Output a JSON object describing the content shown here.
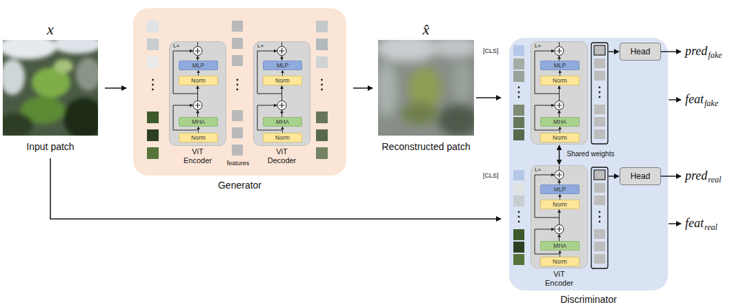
{
  "diagram": {
    "nodes": [
      {
        "text": [
          "x",
          "Input patch"
        ]
      },
      {
        "text": [
          "Generator"
        ]
      },
      {
        "text": [
          "L×",
          "ViT Encoder"
        ],
        "in": 1
      },
      {
        "text": [
          "MLP"
        ],
        "in": 2
      },
      {
        "text": [
          "Norm"
        ],
        "in": 2
      },
      {
        "text": [
          "MHA"
        ],
        "in": 2
      },
      {
        "text": [
          "Norm"
        ],
        "in": 2
      },
      {
        "text": [
          "L×",
          "ViT Decoder"
        ],
        "in": 1
      },
      {
        "text": [
          "MLP"
        ],
        "in": 7
      },
      {
        "text": [
          "Norm"
        ],
        "in": 7
      },
      {
        "text": [
          "MHA"
        ],
        "in": 7
      },
      {
        "text": [
          "Norm"
        ],
        "in": 7
      },
      {
        "text": [
          "x̂",
          "Reconstructed patch"
        ]
      },
      {
        "text": [
          "Discriminator"
        ]
      },
      {
        "text": [
          "L×"
        ],
        "in": 13
      },
      {
        "text": [
          "MLP"
        ],
        "in": 14
      },
      {
        "text": [
          "Norm"
        ],
        "in": 14
      },
      {
        "text": [
          "MHA"
        ],
        "in": 14
      },
      {
        "text": [
          "Norm"
        ],
        "in": 14
      },
      {
        "text": [
          "Head"
        ],
        "in": 13
      },
      {
        "text": [
          "L×",
          "ViT Encoder"
        ],
        "in": 13
      },
      {
        "text": [
          "MLP"
        ],
        "in": 20
      },
      {
        "text": [
          "Norm"
        ],
        "in": 20
      },
      {
        "text": [
          "MHA"
        ],
        "in": 20
      },
      {
        "text": [
          "Norm"
        ],
        "in": 20
      },
      {
        "text": [
          "Head"
        ],
        "in": 13
      }
    ],
    "edges": [
      {
        "from": 0,
        "to": 1,
        "arrow": "to"
      },
      {
        "from": 1,
        "to": 12,
        "arrow": "to"
      },
      {
        "from": 12,
        "to": 13,
        "arrow": "to"
      },
      {
        "from": 0,
        "to": 13,
        "arrow": "to"
      },
      {
        "from": 14,
        "to": 20,
        "label": "Shared weights",
        "arrow": "both"
      },
      {
        "from": 4,
        "to": 3,
        "arrow": "to"
      },
      {
        "from": 6,
        "to": 5,
        "arrow": "to"
      },
      {
        "from": 9,
        "to": 8,
        "arrow": "to"
      },
      {
        "from": 11,
        "to": 10,
        "arrow": "to"
      },
      {
        "from": 16,
        "to": 15,
        "arrow": "to"
      },
      {
        "from": 18,
        "to": 17,
        "arrow": "to"
      },
      {
        "from": 22,
        "to": 21,
        "arrow": "to"
      },
      {
        "from": 24,
        "to": 23,
        "arrow": "to"
      }
    ],
    "labels": [
      "features",
      "[CLS]",
      "[CLS]",
      "pred",
      "fake",
      "feat",
      "fake",
      "pred",
      "real",
      "feat",
      "real"
    ]
  }
}
